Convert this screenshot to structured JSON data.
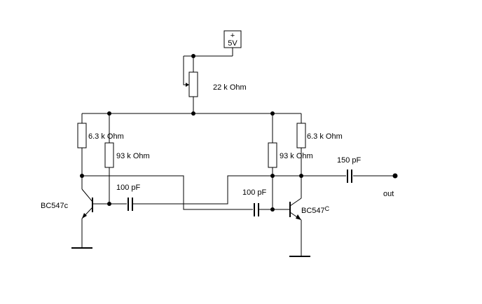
{
  "supply": {
    "label": "5V",
    "sign": "+"
  },
  "components": {
    "potentiometer": {
      "label": "22 k Ohm"
    },
    "r_collector_left": {
      "label": "6.3 k Ohm"
    },
    "r_base_left": {
      "label": "93 k Ohm"
    },
    "r_base_right": {
      "label": "93 k Ohm"
    },
    "r_collector_right": {
      "label": "6.3 k Ohm"
    },
    "c_left": {
      "label": "100 pF"
    },
    "c_right": {
      "label": "100 pF"
    },
    "c_out": {
      "label": "150 pF"
    },
    "q_left": {
      "label": "BC547",
      "suffix": "c"
    },
    "q_right": {
      "label": "BC547",
      "suffix": "C"
    }
  },
  "output": {
    "label": "out"
  }
}
